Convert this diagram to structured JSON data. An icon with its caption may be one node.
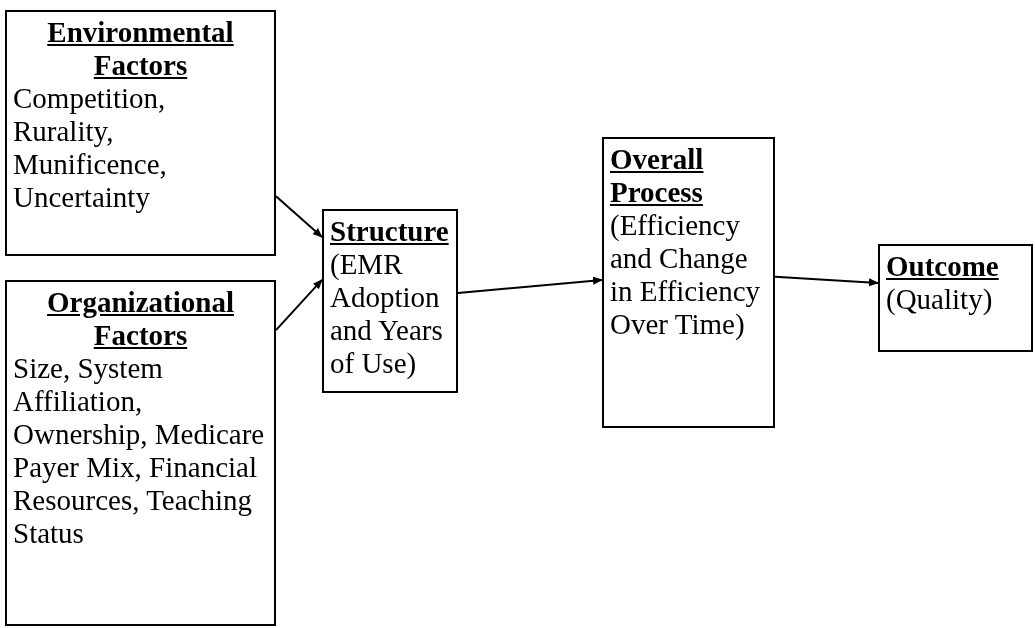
{
  "diagram": {
    "nodes": [
      {
        "text": [
          "Environmental Factors",
          "Competition, Rurality, Munificence, Uncertainty"
        ]
      },
      {
        "text": [
          "Organizational Factors",
          "Size, System Affiliation, Ownership, Medicare Payer Mix, Financial Resources, Teaching Status"
        ]
      },
      {
        "text": [
          "Structure",
          "(EMR Adoption and Years of Use)"
        ]
      },
      {
        "text": [
          "Overall Process",
          "(Efficiency and Change in Efficiency Over Time)"
        ]
      },
      {
        "text": [
          "Outcome",
          "(Quality)"
        ]
      }
    ],
    "edges": [
      {
        "from": 0,
        "to": 2,
        "arrow": "to"
      },
      {
        "from": 1,
        "to": 2,
        "arrow": "to"
      },
      {
        "from": 2,
        "to": 3,
        "arrow": "to"
      },
      {
        "from": 3,
        "to": 4,
        "arrow": "to"
      }
    ]
  }
}
